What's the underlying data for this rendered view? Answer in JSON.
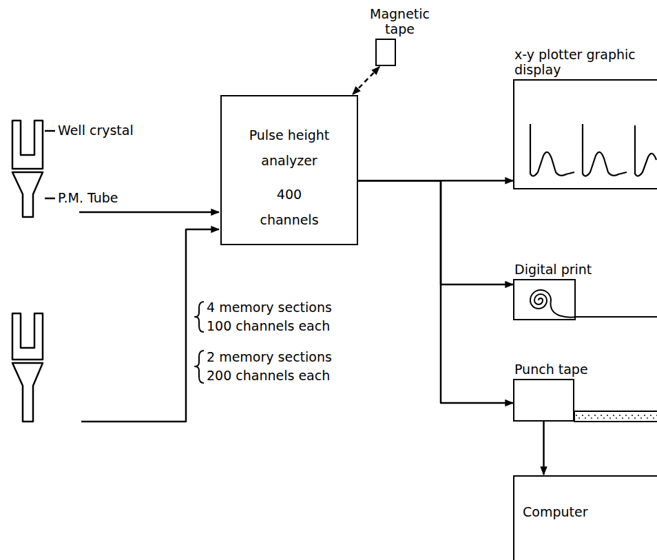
{
  "diagram": {
    "nodes": [
      {
        "text": [
          "Magnetic tape"
        ]
      },
      {
        "text": [
          "Pulse height analyzer",
          "400 channels"
        ]
      },
      {
        "text": [
          "x-y plotter graphic display"
        ]
      },
      {
        "text": [
          "Digital print"
        ]
      },
      {
        "text": [
          "Punch tape"
        ]
      },
      {
        "text": [
          "Computer"
        ]
      }
    ],
    "edges": [
      {
        "from": 0,
        "to": 1,
        "arrow": "both"
      },
      {
        "from": 1,
        "to": 2,
        "arrow": "to"
      },
      {
        "from": 1,
        "to": 3,
        "arrow": "to"
      },
      {
        "from": 1,
        "to": 4,
        "arrow": "to"
      },
      {
        "from": 4,
        "to": 5,
        "arrow": "to"
      }
    ],
    "labels": [
      "Well crystal",
      "P.M. Tube",
      "4 memory sections",
      "100 channels each",
      "2 memory sections",
      "200 channels each"
    ]
  }
}
